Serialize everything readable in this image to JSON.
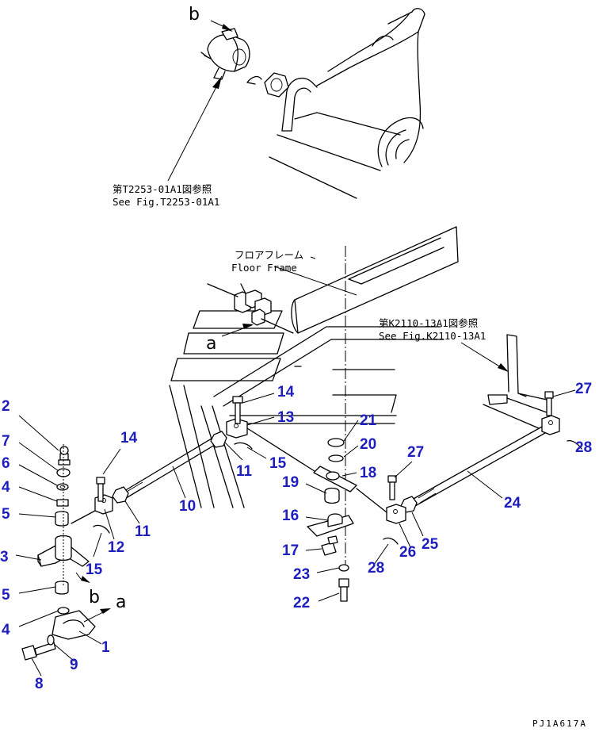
{
  "notes": {
    "ref_top_jp": "第T2253-01A1図参照",
    "ref_top_en": "See Fig.T2253-01A1",
    "floor_jp": "フロアフレーム",
    "floor_en": "Floor Frame",
    "ref_right_jp": "第K2110-13A1図参照",
    "ref_right_en": "See Fig.K2110-13A1"
  },
  "view_letters": {
    "b_top": "b",
    "a_mid": "a",
    "b_low": "b",
    "a_low": "a"
  },
  "drawing_code": "PJ1A617A",
  "callouts": [
    {
      "id": "c2",
      "text": "2"
    },
    {
      "id": "c7",
      "text": "7"
    },
    {
      "id": "c6",
      "text": "6"
    },
    {
      "id": "c4a",
      "text": "4"
    },
    {
      "id": "c5a",
      "text": "5"
    },
    {
      "id": "c3",
      "text": "3"
    },
    {
      "id": "c5b",
      "text": "5"
    },
    {
      "id": "c4b",
      "text": "4"
    },
    {
      "id": "c8",
      "text": "8"
    },
    {
      "id": "c9",
      "text": "9"
    },
    {
      "id": "c1",
      "text": "1"
    },
    {
      "id": "c14a",
      "text": "14"
    },
    {
      "id": "c12",
      "text": "12"
    },
    {
      "id": "c11a",
      "text": "11"
    },
    {
      "id": "c10",
      "text": "10"
    },
    {
      "id": "c15a",
      "text": "15"
    },
    {
      "id": "c14b",
      "text": "14"
    },
    {
      "id": "c13",
      "text": "13"
    },
    {
      "id": "c15b",
      "text": "15"
    },
    {
      "id": "c11b",
      "text": "11"
    },
    {
      "id": "c21",
      "text": "21"
    },
    {
      "id": "c20",
      "text": "20"
    },
    {
      "id": "c18",
      "text": "18"
    },
    {
      "id": "c19",
      "text": "19"
    },
    {
      "id": "c16",
      "text": "16"
    },
    {
      "id": "c17",
      "text": "17"
    },
    {
      "id": "c23",
      "text": "23"
    },
    {
      "id": "c22",
      "text": "22"
    },
    {
      "id": "c27a",
      "text": "27"
    },
    {
      "id": "c27b",
      "text": "27"
    },
    {
      "id": "c28a",
      "text": "28"
    },
    {
      "id": "c24",
      "text": "24"
    },
    {
      "id": "c25",
      "text": "25"
    },
    {
      "id": "c26",
      "text": "26"
    },
    {
      "id": "c28b",
      "text": "28"
    }
  ]
}
